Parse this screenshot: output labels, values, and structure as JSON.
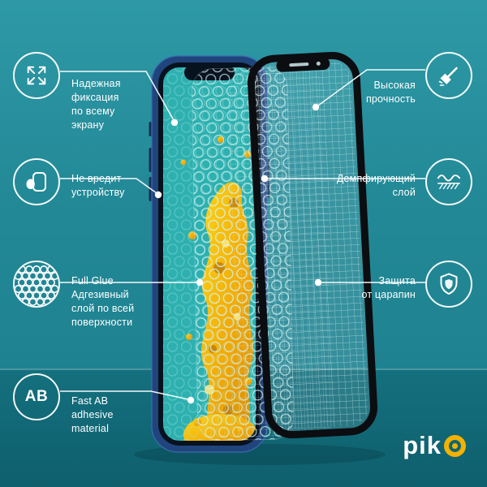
{
  "callouts": {
    "left": [
      {
        "id": "fixation",
        "icon": "expand-arrows-icon",
        "label": "Надежная\nфиксация\nпо всему\nэкрану"
      },
      {
        "id": "no-harm",
        "icon": "device-safe-icon",
        "label": "Не вредит\nустройству"
      },
      {
        "id": "full-glue",
        "icon": "adhesive-dots-icon",
        "label": "Full Glue\nАдгезивный\nслой по всей\nповерхности"
      },
      {
        "id": "fast-ab",
        "icon": "ab-icon",
        "icon_label": "AB",
        "label": "Fast AB\nadhesive\nmaterial"
      }
    ],
    "right": [
      {
        "id": "strength",
        "icon": "hammer-icon",
        "label": "Высокая\nпрочность"
      },
      {
        "id": "damping",
        "icon": "damping-layer-icon",
        "label": "Демпфирующий\nслой"
      },
      {
        "id": "scratch",
        "icon": "shield-icon",
        "label": "Защита\nот царапин"
      }
    ]
  },
  "logo": {
    "text": "pik",
    "brand": "piko"
  },
  "colors": {
    "background_teal": "#1f8290",
    "accent_yellow": "#f3b200",
    "phone_blue": "#20457c",
    "splash_gold": "#f2aa06",
    "callout_white": "#ffffff"
  }
}
